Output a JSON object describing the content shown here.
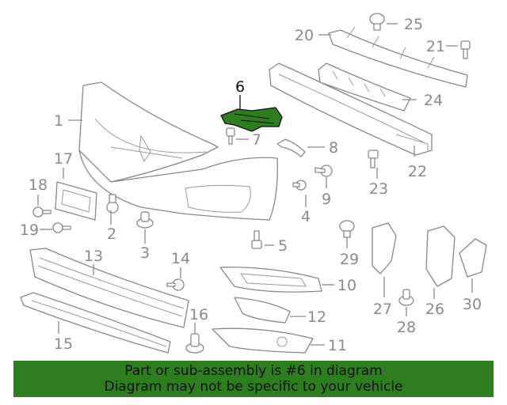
{
  "diagram": {
    "highlight_color": "#2e7d1e",
    "callouts": {
      "c1": "1",
      "c2": "2",
      "c3": "3",
      "c4": "4",
      "c5": "5",
      "c6": "6",
      "c7": "7",
      "c8": "8",
      "c9": "9",
      "c10": "10",
      "c11": "11",
      "c12": "12",
      "c13": "13",
      "c14": "14",
      "c15": "15",
      "c16": "16",
      "c17": "17",
      "c18": "18",
      "c19": "19",
      "c20": "20",
      "c21": "21",
      "c22": "22",
      "c23": "23",
      "c24": "24",
      "c25": "25",
      "c26": "26",
      "c27": "27",
      "c28": "28",
      "c29": "29",
      "c30": "30"
    }
  },
  "banner": {
    "line1": "Part or sub-assembly is #6 in diagram",
    "line2": "Diagram may not be specific to your vehicle",
    "color": "#2e7d1e"
  }
}
